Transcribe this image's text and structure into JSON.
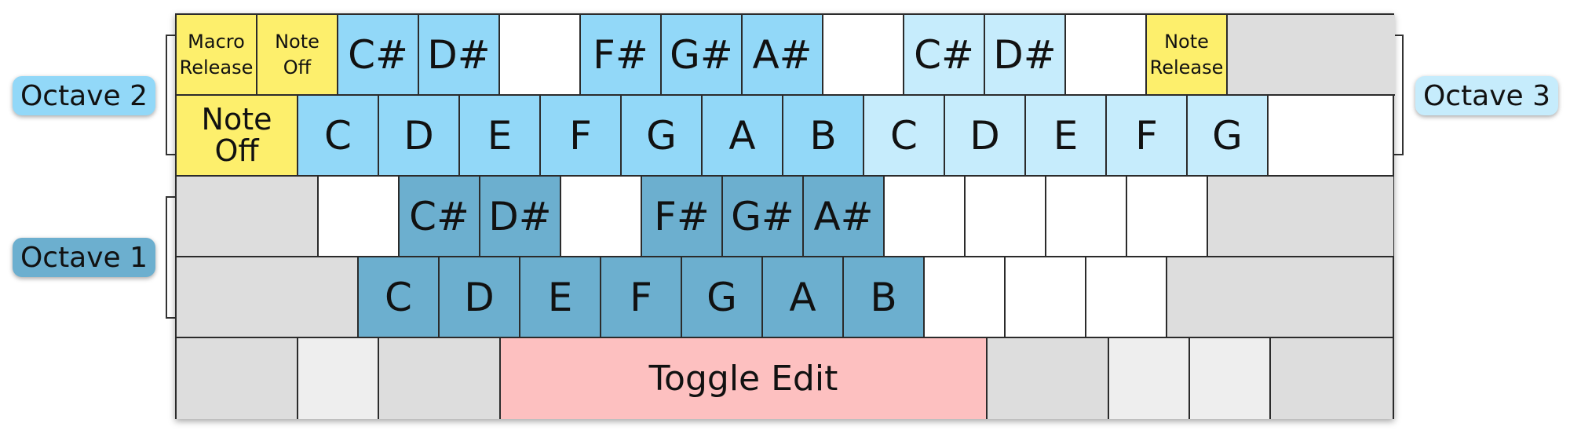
{
  "colors": {
    "octave1": "#6cafcf",
    "octave2": "#92d8f8",
    "octave3": "#c6ecfc",
    "special": "#fdef6c",
    "toggle": "#fdc0c0",
    "disabled": "#dddddd",
    "light_gray": "#eeeeee",
    "empty": "#ffffff"
  },
  "labels": {
    "octave2": "Octave 2",
    "octave3": "Octave 3",
    "octave1": "Octave 1"
  },
  "rows": [
    [
      {
        "w": 103,
        "text": "Macro\nRelease",
        "c": "special",
        "f": "f-small"
      },
      {
        "w": 103,
        "text": "Note\nOff",
        "c": "special",
        "f": "f-small"
      },
      {
        "w": 103,
        "text": "C#",
        "c": "octave2",
        "f": "f-big"
      },
      {
        "w": 103,
        "text": "D#",
        "c": "octave2",
        "f": "f-big"
      },
      {
        "w": 103,
        "text": "",
        "c": "empty",
        "f": ""
      },
      {
        "w": 103,
        "text": "F#",
        "c": "octave2",
        "f": "f-big"
      },
      {
        "w": 103,
        "text": "G#",
        "c": "octave2",
        "f": "f-big"
      },
      {
        "w": 103,
        "text": "A#",
        "c": "octave2",
        "f": "f-big"
      },
      {
        "w": 103,
        "text": "",
        "c": "empty",
        "f": ""
      },
      {
        "w": 103,
        "text": "C#",
        "c": "octave3",
        "f": "f-big"
      },
      {
        "w": 103,
        "text": "D#",
        "c": "octave3",
        "f": "f-big"
      },
      {
        "w": 103,
        "text": "",
        "c": "empty",
        "f": ""
      },
      {
        "w": 103,
        "text": "Note\nRelease",
        "c": "special",
        "f": "f-small"
      },
      {
        "w": 213,
        "text": "",
        "c": "disabled",
        "f": ""
      }
    ],
    [
      {
        "w": 155,
        "text": "Note\nOff",
        "c": "special",
        "f": "f-med"
      },
      {
        "w": 103,
        "text": "C",
        "c": "octave2",
        "f": "f-big"
      },
      {
        "w": 103,
        "text": "D",
        "c": "octave2",
        "f": "f-big"
      },
      {
        "w": 103,
        "text": "E",
        "c": "octave2",
        "f": "f-big"
      },
      {
        "w": 103,
        "text": "F",
        "c": "octave2",
        "f": "f-big"
      },
      {
        "w": 103,
        "text": "G",
        "c": "octave2",
        "f": "f-big"
      },
      {
        "w": 103,
        "text": "A",
        "c": "octave2",
        "f": "f-big"
      },
      {
        "w": 103,
        "text": "B",
        "c": "octave2",
        "f": "f-big"
      },
      {
        "w": 103,
        "text": "C",
        "c": "octave3",
        "f": "f-big"
      },
      {
        "w": 103,
        "text": "D",
        "c": "octave3",
        "f": "f-big"
      },
      {
        "w": 103,
        "text": "E",
        "c": "octave3",
        "f": "f-big"
      },
      {
        "w": 103,
        "text": "F",
        "c": "octave3",
        "f": "f-big"
      },
      {
        "w": 103,
        "text": "G",
        "c": "octave3",
        "f": "f-big"
      },
      {
        "w": 158,
        "text": "",
        "c": "empty",
        "f": ""
      }
    ],
    [
      {
        "w": 181,
        "text": "",
        "c": "disabled",
        "f": ""
      },
      {
        "w": 103,
        "text": "",
        "c": "empty",
        "f": ""
      },
      {
        "w": 103,
        "text": "C#",
        "c": "octave1",
        "f": "f-big"
      },
      {
        "w": 103,
        "text": "D#",
        "c": "octave1",
        "f": "f-big"
      },
      {
        "w": 103,
        "text": "",
        "c": "empty",
        "f": ""
      },
      {
        "w": 103,
        "text": "F#",
        "c": "octave1",
        "f": "f-big"
      },
      {
        "w": 103,
        "text": "G#",
        "c": "octave1",
        "f": "f-big"
      },
      {
        "w": 103,
        "text": "A#",
        "c": "octave1",
        "f": "f-big"
      },
      {
        "w": 103,
        "text": "",
        "c": "empty",
        "f": ""
      },
      {
        "w": 103,
        "text": "",
        "c": "empty",
        "f": ""
      },
      {
        "w": 103,
        "text": "",
        "c": "empty",
        "f": ""
      },
      {
        "w": 103,
        "text": "",
        "c": "empty",
        "f": ""
      },
      {
        "w": 236,
        "text": "",
        "c": "disabled",
        "f": ""
      }
    ],
    [
      {
        "w": 232,
        "text": "",
        "c": "disabled",
        "f": ""
      },
      {
        "w": 103,
        "text": "C",
        "c": "octave1",
        "f": "f-big"
      },
      {
        "w": 103,
        "text": "D",
        "c": "octave1",
        "f": "f-big"
      },
      {
        "w": 103,
        "text": "E",
        "c": "octave1",
        "f": "f-big"
      },
      {
        "w": 103,
        "text": "F",
        "c": "octave1",
        "f": "f-big"
      },
      {
        "w": 103,
        "text": "G",
        "c": "octave1",
        "f": "f-big"
      },
      {
        "w": 103,
        "text": "A",
        "c": "octave1",
        "f": "f-big"
      },
      {
        "w": 103,
        "text": "B",
        "c": "octave1",
        "f": "f-big"
      },
      {
        "w": 103,
        "text": "",
        "c": "empty",
        "f": ""
      },
      {
        "w": 103,
        "text": "",
        "c": "empty",
        "f": ""
      },
      {
        "w": 103,
        "text": "",
        "c": "empty",
        "f": ""
      },
      {
        "w": 287,
        "text": "",
        "c": "disabled",
        "f": ""
      }
    ],
    [
      {
        "w": 155,
        "text": "",
        "c": "disabled",
        "f": ""
      },
      {
        "w": 103,
        "text": "",
        "c": "light_gray",
        "f": ""
      },
      {
        "w": 155,
        "text": "",
        "c": "disabled",
        "f": ""
      },
      {
        "w": 620,
        "text": "Toggle Edit",
        "c": "toggle",
        "f": "f-toggle"
      },
      {
        "w": 155,
        "text": "",
        "c": "disabled",
        "f": ""
      },
      {
        "w": 103,
        "text": "",
        "c": "light_gray",
        "f": ""
      },
      {
        "w": 103,
        "text": "",
        "c": "light_gray",
        "f": ""
      },
      {
        "w": 155,
        "text": "",
        "c": "disabled",
        "f": ""
      }
    ]
  ]
}
